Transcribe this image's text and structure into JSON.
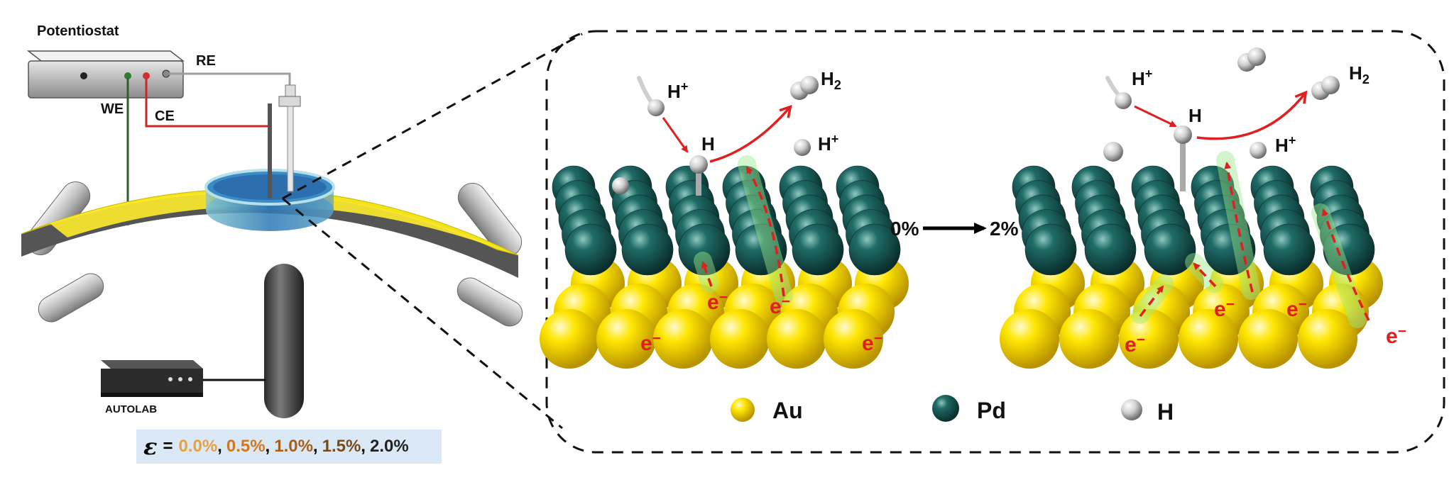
{
  "setup": {
    "potentiostat_label": "Potentiostat",
    "re_label": "RE",
    "we_label": "WE",
    "ce_label": "CE",
    "autolab_label": "AUTOLAB"
  },
  "strain": {
    "symbol": "ε",
    "equals": "=",
    "values": [
      {
        "text": "0.0%",
        "color": "#e8a040"
      },
      {
        "text": "0.5%",
        "color": "#d07820"
      },
      {
        "text": "1.0%",
        "color": "#a86018"
      },
      {
        "text": "1.5%",
        "color": "#7a4a18"
      },
      {
        "text": "2.0%",
        "color": "#222222"
      }
    ]
  },
  "surface": {
    "left_h_plus": "H+",
    "left_h": "H",
    "left_h2": "H2",
    "left_h_plus_2": "H+",
    "right_h_plus": "H+",
    "right_h": "H",
    "right_h2": "H2",
    "right_h_plus_2": "H+",
    "electron": "e-",
    "strain_from": "0%",
    "strain_to": "2%"
  },
  "legend": {
    "items": [
      {
        "label": "Au",
        "color": "#f2d400"
      },
      {
        "label": "Pd",
        "color": "#1e5e5a"
      },
      {
        "label": "H",
        "color": "#cfcfcf"
      }
    ]
  }
}
